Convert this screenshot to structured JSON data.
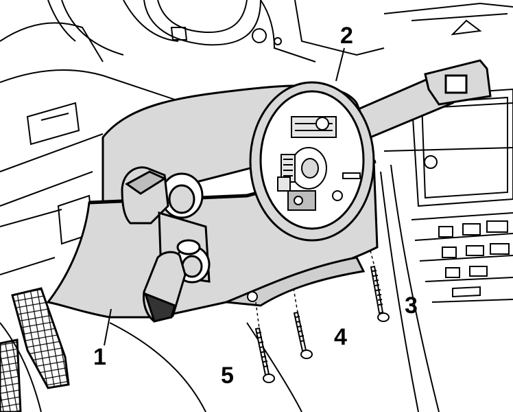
{
  "callouts": {
    "housing_lower": "1",
    "housing_upper": "2",
    "screw_right": "3",
    "screw_middle": "4",
    "screw_left": "5"
  },
  "colors": {
    "line": "#000000",
    "shade": "#d9d9d9",
    "shade_dark": "#bdbdbd",
    "paper": "#ffffff"
  }
}
